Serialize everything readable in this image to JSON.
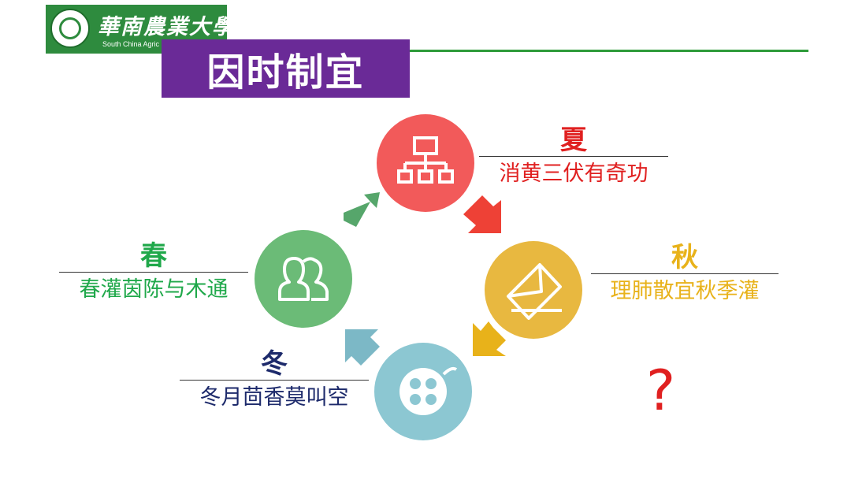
{
  "header": {
    "logo_cn": "華南農業大學",
    "logo_en": "South China Agric",
    "title": "因时制宜"
  },
  "seasons": {
    "summer": {
      "head": "夏",
      "body": "消黄三伏有奇功",
      "color": "#e02020"
    },
    "autumn": {
      "head": "秋",
      "body": "理肺散宜秋季灌",
      "color": "#e8b21a"
    },
    "spring": {
      "head": "春",
      "body": "春灌茵陈与木通",
      "color": "#1fa84a"
    },
    "winter": {
      "head": "冬",
      "body": "冬月茴香莫叫空",
      "color": "#1d2a6b"
    }
  },
  "question_mark": "?",
  "colors": {
    "summer_circle": "#f25a5a",
    "autumn_circle": "#e8b840",
    "winter_circle": "#8cc7d2",
    "spring_circle": "#6bbb77",
    "title_bg": "#6a2a97",
    "logo_bg": "#2e8b3e"
  },
  "icons": {
    "summer": "org-chart-icon",
    "autumn": "envelope-icon",
    "winter": "film-reel-icon",
    "spring": "users-icon"
  }
}
